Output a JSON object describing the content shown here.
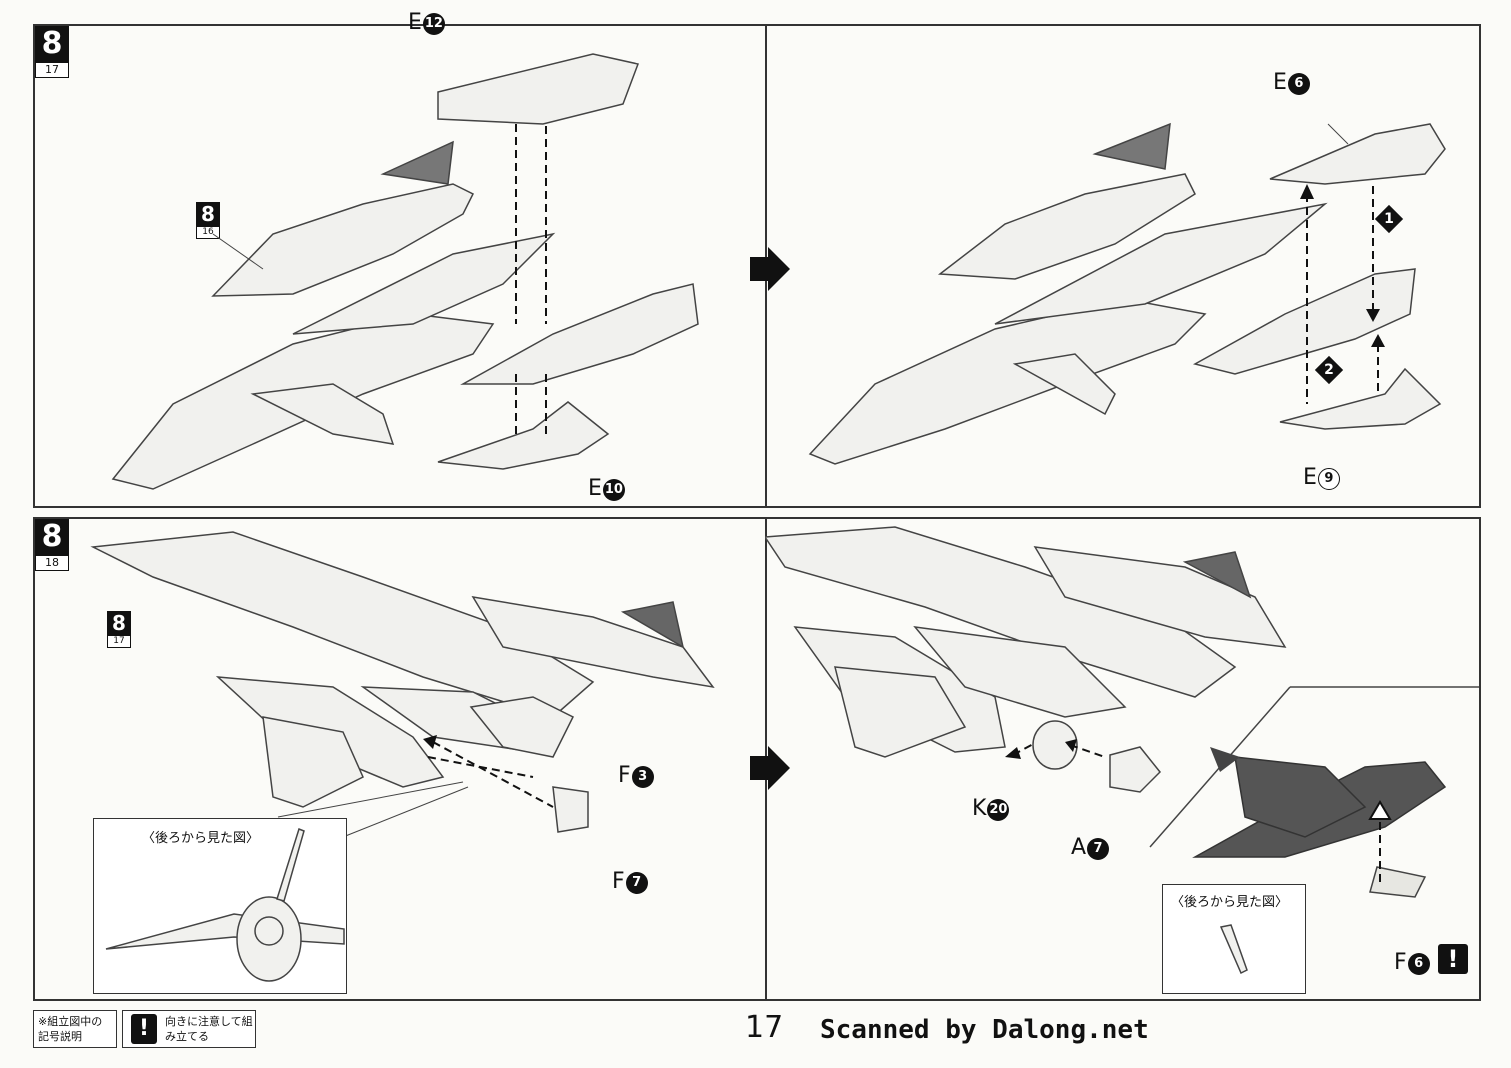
{
  "steps": [
    {
      "number": "8",
      "sub": "17"
    },
    {
      "number": "8",
      "sub": "18"
    }
  ],
  "refs": [
    {
      "number": "8",
      "sub": "16"
    },
    {
      "number": "8",
      "sub": "17"
    }
  ],
  "parts": {
    "e12": {
      "letter": "E",
      "num": "12"
    },
    "e10": {
      "letter": "E",
      "num": "10"
    },
    "e6": {
      "letter": "E",
      "num": "6"
    },
    "e9": {
      "letter": "E",
      "num": "9"
    },
    "f3": {
      "letter": "F",
      "num": "3"
    },
    "f7": {
      "letter": "F",
      "num": "7"
    },
    "k20": {
      "letter": "K",
      "num": "20"
    },
    "a7": {
      "letter": "A",
      "num": "7"
    },
    "f6": {
      "letter": "F",
      "num": "6"
    }
  },
  "sequence": [
    "1",
    "2"
  ],
  "insets": {
    "rear_view_left": "〈後ろから見た図〉",
    "rear_view_right": "〈後ろから見た図〉"
  },
  "warning_mark": "!",
  "legend": {
    "heading": "※組立図中の記号説明",
    "icon": "!",
    "text": "向きに注意して組み立てる"
  },
  "page_number": "17",
  "credit": "Scanned by Dalong.net"
}
